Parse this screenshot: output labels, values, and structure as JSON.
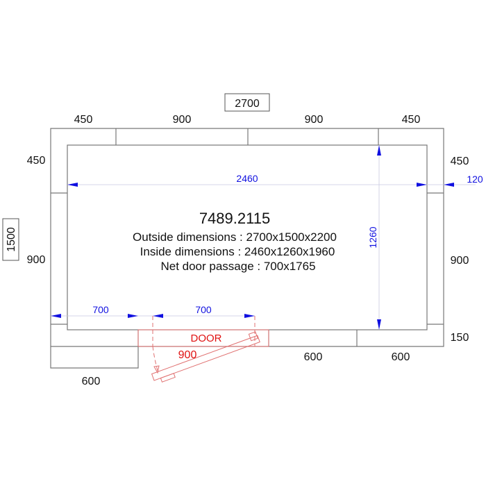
{
  "title_box": "2700",
  "side_box": "1500",
  "top_panels": [
    "450",
    "900",
    "900",
    "450"
  ],
  "left_panels": [
    "450",
    "900"
  ],
  "right_panels": [
    "450",
    "900",
    "150"
  ],
  "bottom_panels": [
    "600",
    "600",
    "600"
  ],
  "inner_dims": {
    "width": "2460",
    "depth": "1260",
    "wall": "120",
    "door_left": "700",
    "door_width": "700"
  },
  "door": {
    "label": "DOOR",
    "leaf": "900"
  },
  "info": {
    "code": "7489.2115",
    "outside": "Outside dimensions : 2700x1500x2200",
    "inside": "Inside dimensions :  2460x1260x1960",
    "passage": "Net door passage : 700x1765"
  },
  "colors": {
    "dimension": "#1010e0",
    "door": "#e01010",
    "wall": "#777777"
  }
}
